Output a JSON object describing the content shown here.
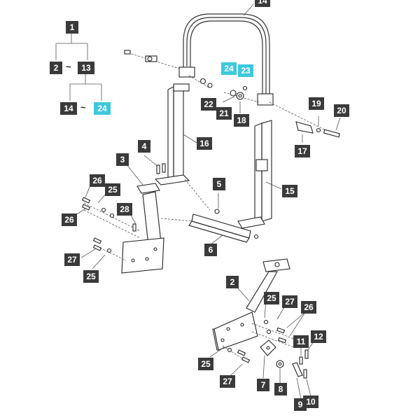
{
  "tree": {
    "root": "1",
    "level1_from": "2",
    "level1_to": "13",
    "level2_from": "14",
    "level2_to": "24",
    "range_separator": "~"
  },
  "callouts": [
    {
      "id": "c-14",
      "label": "14",
      "highlight": false
    },
    {
      "id": "c-24a",
      "label": "24",
      "highlight": true
    },
    {
      "id": "c-23",
      "label": "23",
      "highlight": true
    },
    {
      "id": "c-22",
      "label": "22",
      "highlight": false
    },
    {
      "id": "c-21",
      "label": "21",
      "highlight": false
    },
    {
      "id": "c-18",
      "label": "18",
      "highlight": false
    },
    {
      "id": "c-19",
      "label": "19",
      "highlight": false
    },
    {
      "id": "c-20",
      "label": "20",
      "highlight": false
    },
    {
      "id": "c-17",
      "label": "17",
      "highlight": false
    },
    {
      "id": "c-16",
      "label": "16",
      "highlight": false
    },
    {
      "id": "c-15",
      "label": "15",
      "highlight": false
    },
    {
      "id": "c-4",
      "label": "4",
      "highlight": false
    },
    {
      "id": "c-3",
      "label": "3",
      "highlight": false
    },
    {
      "id": "c-5",
      "label": "5",
      "highlight": false
    },
    {
      "id": "c-6",
      "label": "6",
      "highlight": false
    },
    {
      "id": "c-26a",
      "label": "26",
      "highlight": false
    },
    {
      "id": "c-25a",
      "label": "25",
      "highlight": false
    },
    {
      "id": "c-26b",
      "label": "26",
      "highlight": false
    },
    {
      "id": "c-28",
      "label": "28",
      "highlight": false
    },
    {
      "id": "c-27a",
      "label": "27",
      "highlight": false
    },
    {
      "id": "c-25b",
      "label": "25",
      "highlight": false
    },
    {
      "id": "c-2",
      "label": "2",
      "highlight": false
    },
    {
      "id": "c-25c",
      "label": "25",
      "highlight": false
    },
    {
      "id": "c-27b",
      "label": "27",
      "highlight": false
    },
    {
      "id": "c-26c",
      "label": "26",
      "highlight": false
    },
    {
      "id": "c-12",
      "label": "12",
      "highlight": false
    },
    {
      "id": "c-11",
      "label": "11",
      "highlight": false
    },
    {
      "id": "c-25d",
      "label": "25",
      "highlight": false
    },
    {
      "id": "c-27c",
      "label": "27",
      "highlight": false
    },
    {
      "id": "c-7",
      "label": "7",
      "highlight": false
    },
    {
      "id": "c-8",
      "label": "8",
      "highlight": false
    },
    {
      "id": "c-9",
      "label": "9",
      "highlight": false
    },
    {
      "id": "c-10",
      "label": "10",
      "highlight": false
    }
  ]
}
